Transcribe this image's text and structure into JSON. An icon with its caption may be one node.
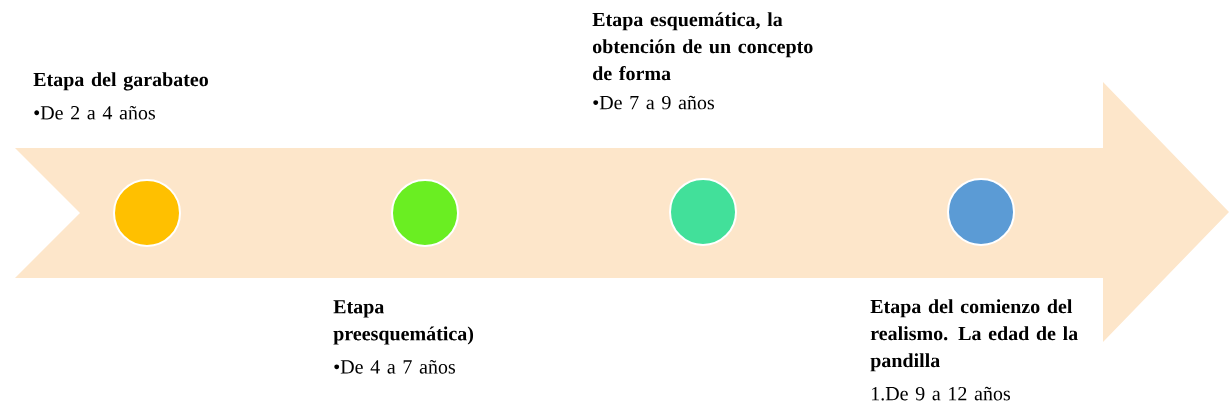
{
  "diagram": {
    "nodes": [
      {
        "text": [],
        "shape": "circle",
        "beside": [
          "Etapa del garabateo",
          "•De 2 a 4 años"
        ]
      },
      {
        "text": [],
        "shape": "circle",
        "beside": [
          "Etapa preesquemática)",
          "•De 4 a 7 años"
        ]
      },
      {
        "text": [],
        "shape": "circle",
        "beside": [
          "Etapa esquemática, la obtención de un concepto de forma",
          "•De 7 a 9 años"
        ]
      },
      {
        "text": [],
        "shape": "circle",
        "beside": [
          "Etapa del comienzo del realismo. La edad de la pandilla",
          "1.De 9 a 12 años"
        ]
      }
    ]
  }
}
